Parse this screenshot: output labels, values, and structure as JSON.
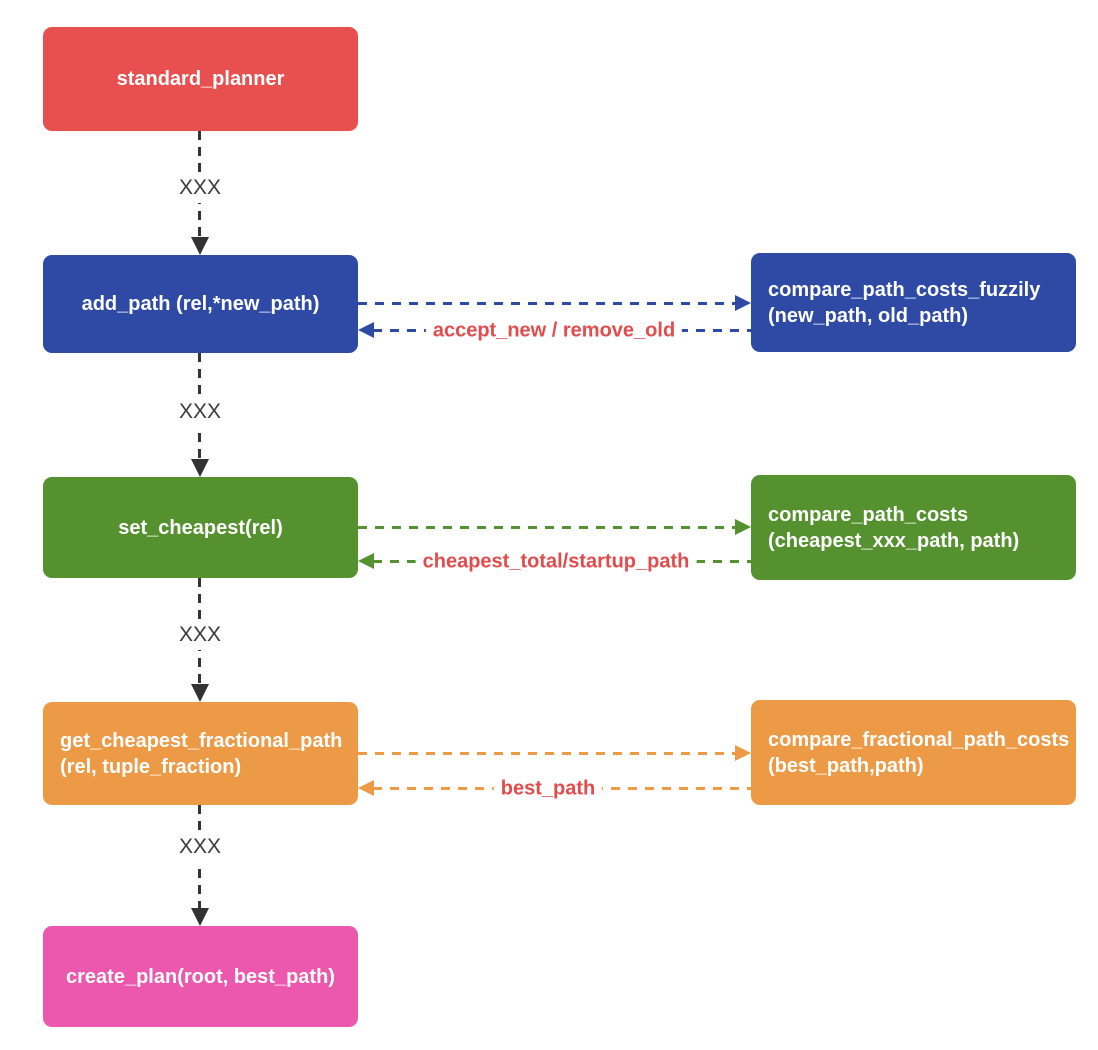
{
  "colors": {
    "red": "#E84F4F",
    "blue": "#2E4AA4",
    "green": "#55922F",
    "orange": "#EC9A46",
    "pink": "#EC58AD",
    "label_red": "#E24C4C",
    "arrow_dark": "#333333"
  },
  "nodes": {
    "standard_planner": {
      "label": "standard_planner"
    },
    "add_path": {
      "label": "add_path (rel,*new_path)"
    },
    "compare_path_costs_fuzzily": {
      "line1": "compare_path_costs_fuzzily",
      "line2": "(new_path, old_path)"
    },
    "set_cheapest": {
      "label": "set_cheapest(rel)"
    },
    "compare_path_costs": {
      "line1": "compare_path_costs",
      "line2": "(cheapest_xxx_path, path)"
    },
    "get_cheapest_fractional_path": {
      "line1": "get_cheapest_fractional_path",
      "line2": "(rel, tuple_fraction)"
    },
    "compare_fractional_path_costs": {
      "line1": "compare_fractional_path_costs",
      "line2": "(best_path,path)"
    },
    "create_plan": {
      "label": "create_plan(root, best_path)"
    }
  },
  "edges": {
    "v1": "XXX",
    "v2": "XXX",
    "v3": "XXX",
    "v4": "XXX",
    "blue_return": "accept_new / remove_old",
    "green_return": "cheapest_total/startup_path",
    "orange_return": "best_path"
  }
}
